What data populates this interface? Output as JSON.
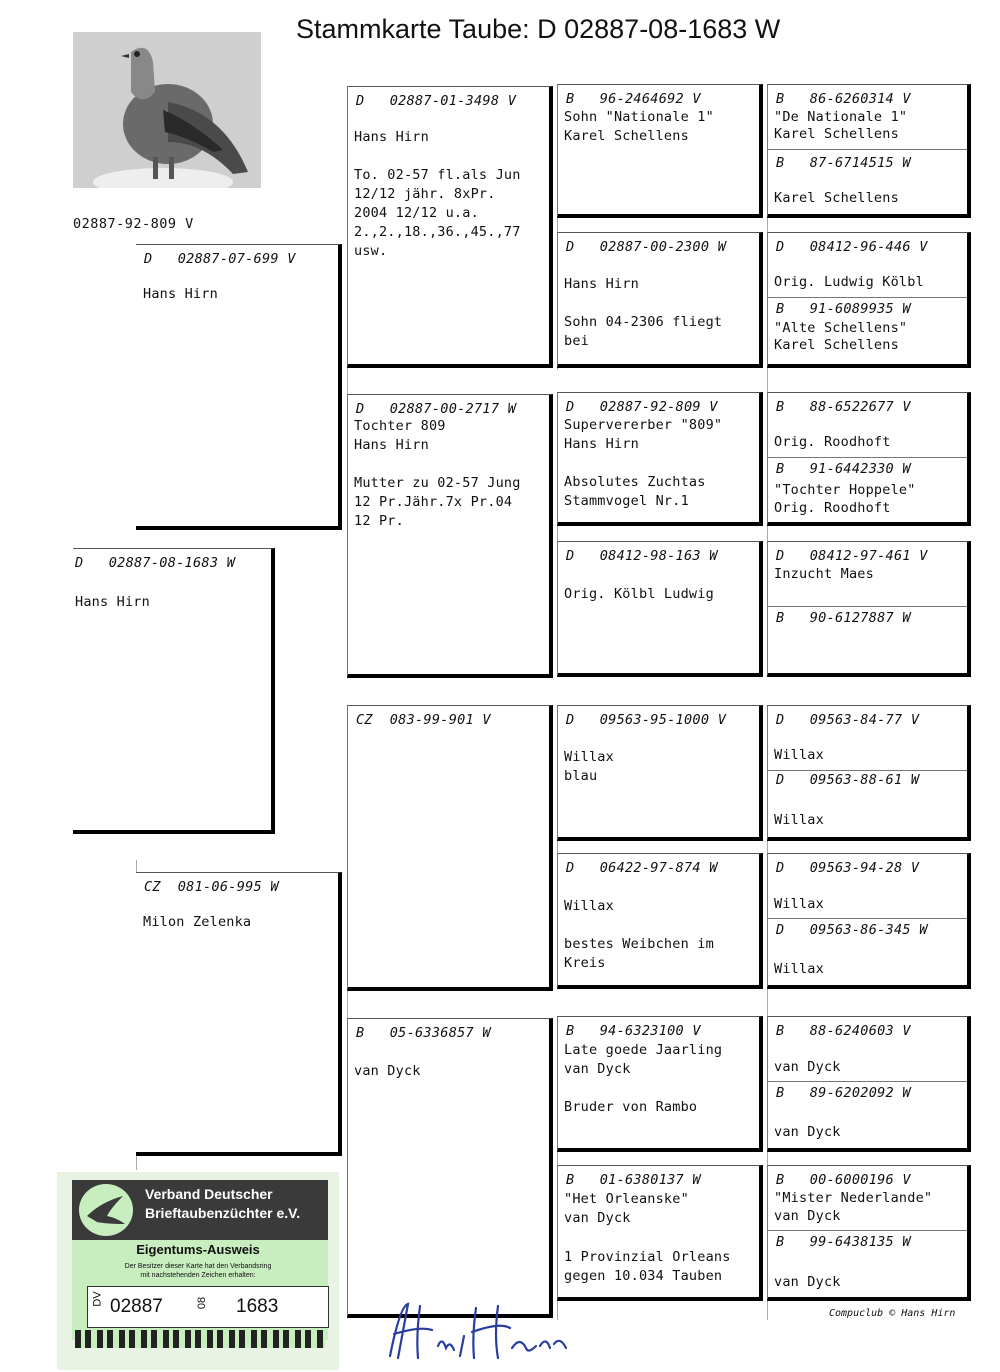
{
  "title": "Stammkarte Taube: D   02887-08-1683 W",
  "photo_caption": "02887-92-809 V",
  "footer": "Compuclub © Hans Hirn",
  "card": {
    "line1": "Verband Deutscher",
    "line2": "Brieftaubenzüchter e.V.",
    "label": "Eigentums-Ausweis",
    "small1": "Der Besitzer dieser Karte hat den Verbandsring",
    "small2": "mit nachstehenden Zeichen erhalten:",
    "dv": "DV",
    "num1": "02887",
    "num2": "08",
    "num3": "1683"
  },
  "gen0": {
    "ring": "D   02887-08-1683 W",
    "l1": "Hans Hirn"
  },
  "gen1": [
    {
      "ring": "D   02887-07-699 V",
      "l1": "Hans Hirn"
    },
    {
      "ring": "CZ  081-06-995 W",
      "l1": "Milon Zelenka"
    }
  ],
  "gen2": [
    {
      "ring": "D   02887-01-3498 V",
      "l1": "Hans Hirn",
      "l2": "To. 02-57 fl.als Jun",
      "l3": "12/12 jähr. 8xPr.",
      "l4": "2004 12/12 u.a.",
      "l5": "2.,2.,18.,36.,45.,77",
      "l6": "usw."
    },
    {
      "ring": "D   02887-00-2717 W",
      "l1": "Tochter 809",
      "l2": "Hans Hirn",
      "l3": "Mutter zu 02-57 Jung",
      "l4": "12 Pr.Jähr.7x Pr.04",
      "l5": "12 Pr."
    },
    {
      "ring": "CZ  083-99-901 V"
    },
    {
      "ring": "B   05-6336857 W",
      "l1": "van Dyck"
    }
  ],
  "gen3": [
    {
      "ring": "B   96-2464692 V",
      "l1": "Sohn \"Nationale 1\"",
      "l2": "Karel Schellens"
    },
    {
      "ring": "D   02887-00-2300 W",
      "l1": "Hans Hirn",
      "l2": "Sohn 04-2306 fliegt",
      "l3": "bei"
    },
    {
      "ring": "D   02887-92-809 V",
      "l1": "Supervererber \"809\"",
      "l2": "Hans Hirn",
      "l3": "Absolutes Zuchtas",
      "l4": "Stammvogel Nr.1"
    },
    {
      "ring": "D   08412-98-163 W",
      "l1": "Orig. Kölbl Ludwig"
    },
    {
      "ring": "D   09563-95-1000 V",
      "l1": "Willax",
      "l2": "blau"
    },
    {
      "ring": "D   06422-97-874 W",
      "l1": "Willax",
      "l2": "bestes Weibchen im",
      "l3": "Kreis"
    },
    {
      "ring": "B   94-6323100 V",
      "l1": "Late goede Jaarling",
      "l2": "van Dyck",
      "l3": "Bruder von Rambo"
    },
    {
      "ring": "B   01-6380137 W",
      "l1": "\"Het Orleanske\"",
      "l2": "van Dyck",
      "l3": "1 Provinzial Orleans",
      "l4": "gegen 10.034 Tauben"
    }
  ],
  "gen4": [
    {
      "ring": "B   86-6260314 V",
      "l1": "\"De Nationale 1\"",
      "l2": "Karel Schellens"
    },
    {
      "ring": "B   87-6714515 W",
      "l1": "Karel Schellens"
    },
    {
      "ring": "D   08412-96-446 V",
      "l1": "Orig. Ludwig Kölbl"
    },
    {
      "ring": "B   91-6089935 W",
      "l1": "\"Alte Schellens\"",
      "l2": "Karel Schellens"
    },
    {
      "ring": "B   88-6522677 V",
      "l1": "Orig. Roodhoft"
    },
    {
      "ring": "B   91-6442330 W",
      "l1": "\"Tochter Hoppele\"",
      "l2": "Orig. Roodhoft"
    },
    {
      "ring": "D   08412-97-461 V",
      "l1": "Inzucht Maes"
    },
    {
      "ring": "B   90-6127887 W"
    },
    {
      "ring": "D   09563-84-77 V",
      "l1": "Willax"
    },
    {
      "ring": "D   09563-88-61 W",
      "l1": "Willax"
    },
    {
      "ring": "D   09563-94-28 V",
      "l1": "Willax"
    },
    {
      "ring": "D   09563-86-345 W",
      "l1": "Willax"
    },
    {
      "ring": "B   88-6240603 V",
      "l1": "van Dyck"
    },
    {
      "ring": "B   89-6202092 W",
      "l1": "van Dyck"
    },
    {
      "ring": "B   00-6000196 V",
      "l1": "\"Mister Nederlande\"",
      "l2": "van Dyck"
    },
    {
      "ring": "B   99-6438135 W",
      "l1": "van Dyck"
    }
  ]
}
